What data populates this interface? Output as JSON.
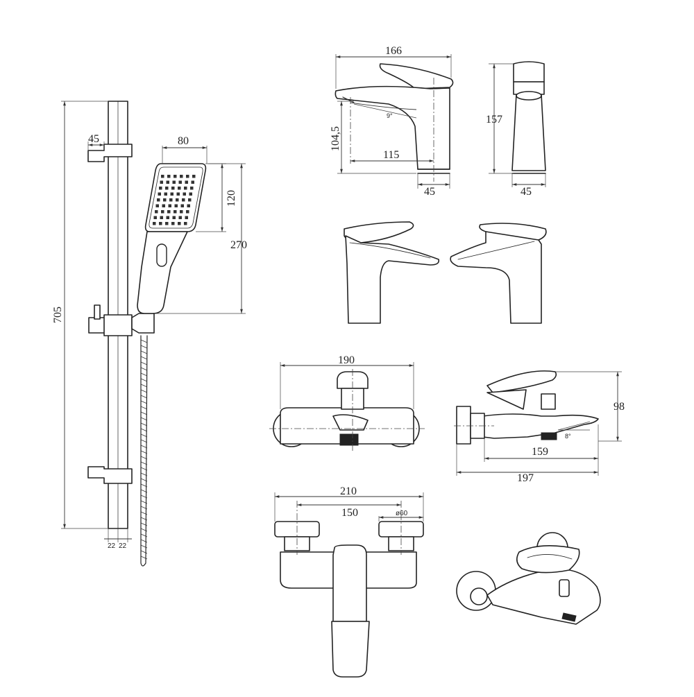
{
  "shower_set": {
    "holder_width": "45",
    "head_width": "80",
    "head_height": "120",
    "hand_length": "270",
    "rail_height": "705",
    "rail_left": "22",
    "rail_right": "22"
  },
  "basin_side": {
    "length": "166",
    "reach": "115",
    "spout_height": "104,5",
    "base_dia": "45",
    "angle": "9°"
  },
  "basin_front": {
    "height": "157",
    "base_dia": "45"
  },
  "bath_front": {
    "width": "190"
  },
  "bath_side": {
    "height": "98",
    "reach": "159",
    "depth": "197",
    "angle": "8°"
  },
  "bath_top": {
    "width": "210",
    "centres": "150",
    "flange_dia": "ø60"
  }
}
